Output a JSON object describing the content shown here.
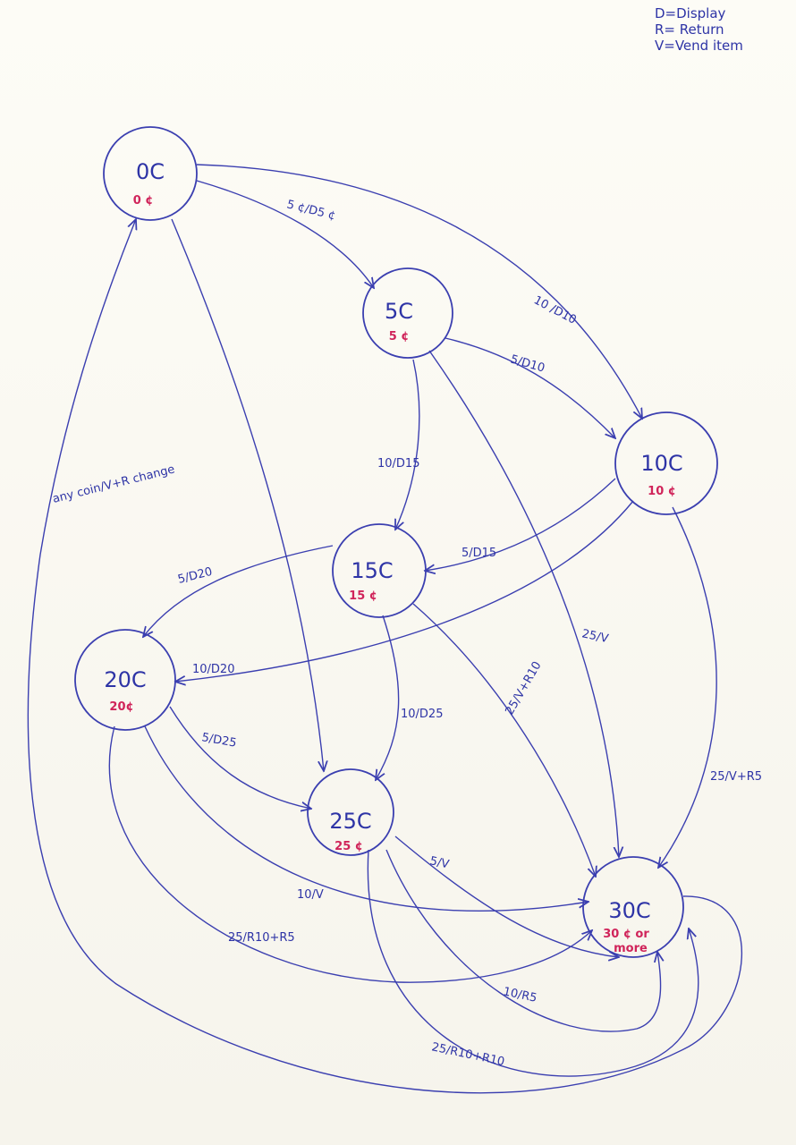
{
  "legend": [
    "D=Display",
    "R= Return",
    "V=Vend item"
  ],
  "colors": {
    "ink": "#3b3fb0",
    "value": "#d0245a"
  },
  "states": [
    {
      "id": "s0",
      "name": "0C",
      "value": "0 ¢"
    },
    {
      "id": "s5",
      "name": "5C",
      "value": "5 ¢"
    },
    {
      "id": "s10",
      "name": "10C",
      "value": "10 ¢"
    },
    {
      "id": "s15",
      "name": "15C",
      "value": "15 ¢"
    },
    {
      "id": "s20",
      "name": "20C",
      "value": "20¢"
    },
    {
      "id": "s25",
      "name": "25C",
      "value": "25 ¢"
    },
    {
      "id": "s30",
      "name": "30C",
      "value": "30 ¢ or",
      "value2": "more"
    }
  ],
  "transitions": [
    {
      "from": "0C",
      "to": "5C",
      "label": "5 ¢/D5 ¢"
    },
    {
      "from": "0C",
      "to": "10C",
      "label": "10 /D10"
    },
    {
      "from": "0C",
      "to": "25C",
      "label": ""
    },
    {
      "from": "5C",
      "to": "10C",
      "label": "5/D10"
    },
    {
      "from": "5C",
      "to": "15C",
      "label": "10/D15"
    },
    {
      "from": "5C",
      "to": "30C",
      "label": "25/V"
    },
    {
      "from": "10C",
      "to": "15C",
      "label": "5/D15"
    },
    {
      "from": "10C",
      "to": "20C",
      "label": "10/D20"
    },
    {
      "from": "10C",
      "to": "30C",
      "label": "25/V+R5"
    },
    {
      "from": "15C",
      "to": "20C",
      "label": "5/D20"
    },
    {
      "from": "15C",
      "to": "25C",
      "label": "10/D25"
    },
    {
      "from": "15C",
      "to": "30C",
      "label": "25/V+R10"
    },
    {
      "from": "20C",
      "to": "25C",
      "label": "5/D25"
    },
    {
      "from": "20C",
      "to": "30C",
      "label": "10/V"
    },
    {
      "from": "20C",
      "to": "30C",
      "label": "25/R10+R5"
    },
    {
      "from": "25C",
      "to": "30C",
      "label": "5/V"
    },
    {
      "from": "25C",
      "to": "30C",
      "label": "10/R5"
    },
    {
      "from": "25C",
      "to": "30C",
      "label": "25/R10+R10"
    },
    {
      "from": "30C",
      "to": "0C",
      "label": "any coin/V+R change"
    }
  ]
}
